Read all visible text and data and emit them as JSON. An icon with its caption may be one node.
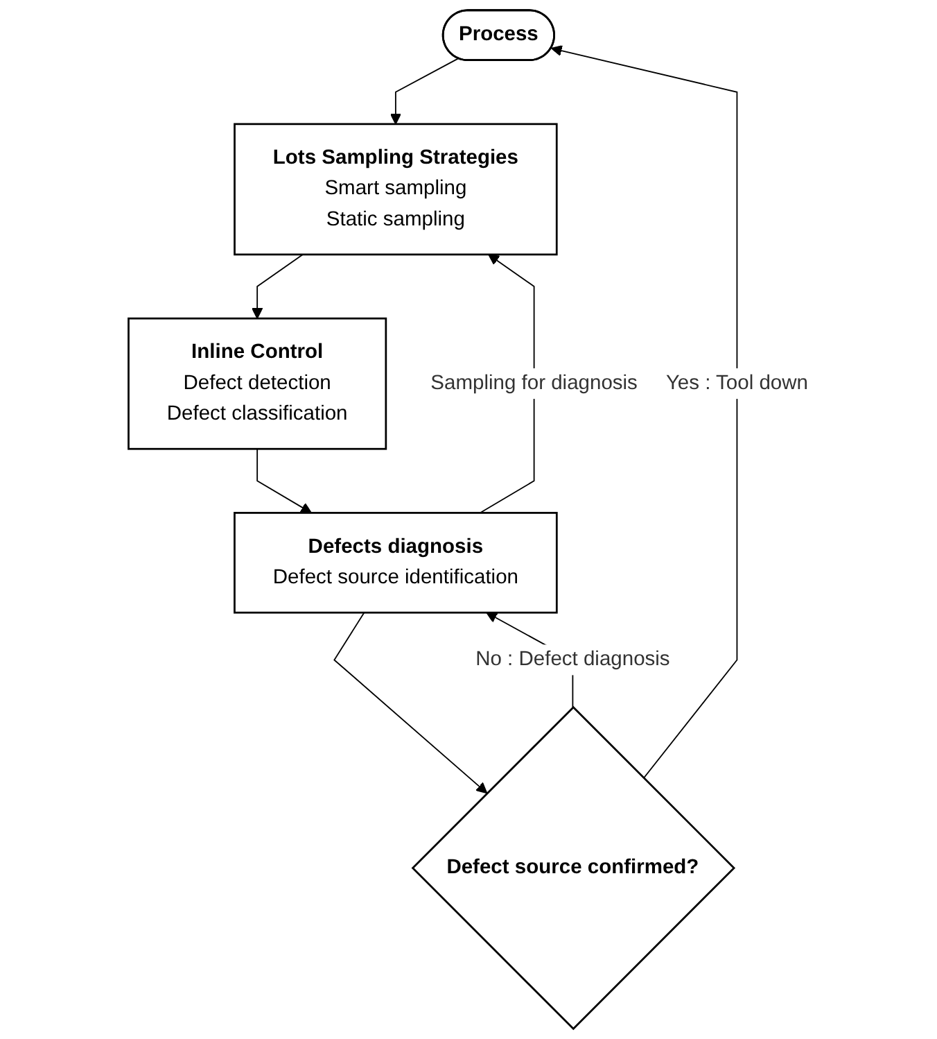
{
  "diagram": {
    "nodes": [
      {
        "text": [
          "Process"
        ]
      },
      {
        "text": [
          "Lots Sampling Strategies",
          "Smart sampling",
          "Static sampling"
        ]
      },
      {
        "text": [
          "Inline Control",
          "Defect detection",
          "Defect classification"
        ]
      },
      {
        "text": [
          "Defects diagnosis",
          "Defect source identification"
        ]
      },
      {
        "text": [
          "Defect source confirmed?"
        ]
      }
    ],
    "edges": [
      {
        "from": 0,
        "to": 1,
        "arrow": "to"
      },
      {
        "from": 1,
        "to": 2,
        "arrow": "to"
      },
      {
        "from": 2,
        "to": 3,
        "arrow": "to"
      },
      {
        "from": 3,
        "to": 4,
        "arrow": "to"
      },
      {
        "from": 4,
        "to": 3,
        "arrow": "to",
        "label": "No : Defect diagnosis"
      },
      {
        "from": 3,
        "to": 1,
        "arrow": "to",
        "label": "Sampling for diagnosis"
      },
      {
        "from": 4,
        "to": 0,
        "arrow": "to",
        "label": "Yes : Tool down"
      }
    ]
  }
}
